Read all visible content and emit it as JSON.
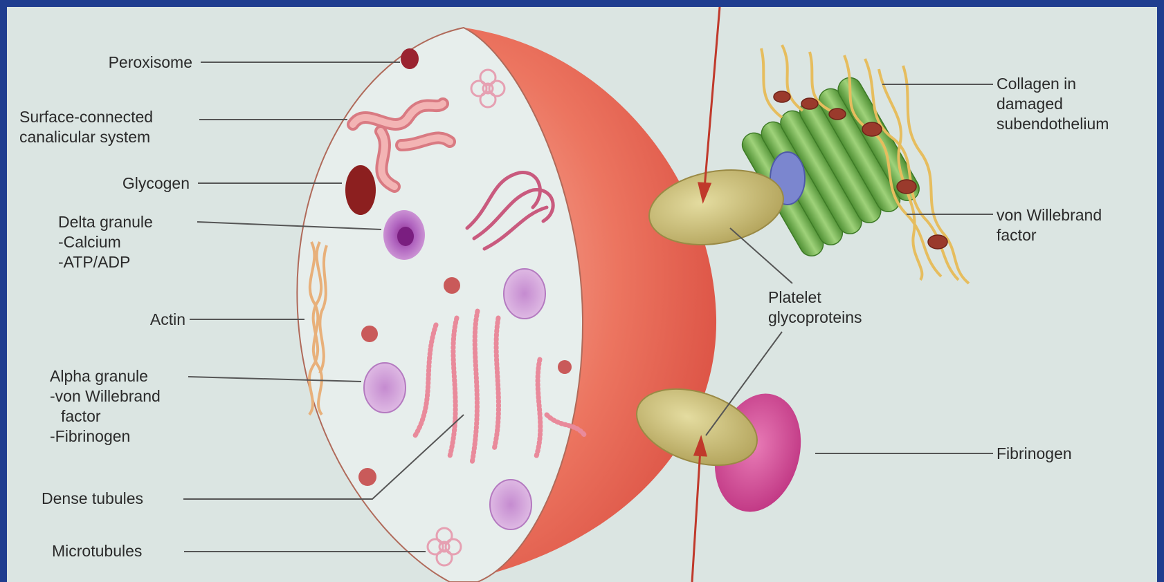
{
  "labels": {
    "peroxisome": "Peroxisome",
    "canalicular": [
      "Surface-connected",
      "canalicular system"
    ],
    "glycogen": "Glycogen",
    "delta": [
      "Delta granule",
      "-Calcium",
      "-ATP/ADP"
    ],
    "actin": "Actin",
    "alpha": [
      "Alpha granule",
      "-von Willebrand",
      "factor",
      "-Fibrinogen"
    ],
    "dense_tubules": "Dense tubules",
    "microtubules": "Microtubules",
    "collagen": [
      "Collagen in",
      "damaged",
      "subendothelium"
    ],
    "vwf": [
      "von Willebrand",
      "factor"
    ],
    "glycoproteins": [
      "Platelet",
      "glycoproteins"
    ],
    "fibrinogen": "Fibrinogen"
  },
  "colors": {
    "background": "#dbe5e2",
    "border": "#1f3d8f",
    "platelet_surface": "#e8604e",
    "cross_section": "#e6ecea",
    "glycoprotein": "#c9bb74",
    "von_willebrand": "#7b86cf",
    "collagen_green": "#6cab47",
    "collagen_fiber": "#e8c36a",
    "fibrinogen": "#c8388a",
    "granule_purple": "#a860b8",
    "arrow": "#c0392b"
  }
}
